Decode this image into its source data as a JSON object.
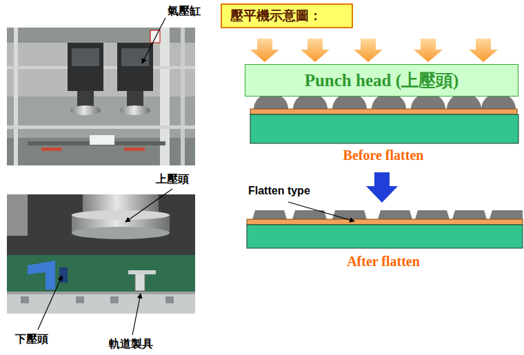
{
  "diagram": {
    "title": "壓平機示意圖：",
    "nodes": [
      {
        "text": [
          "Punch head (上壓頭)"
        ]
      }
    ],
    "labels": [
      "氣壓缸",
      "上壓頭",
      "下壓頭",
      "軌道製具",
      "Before flatten",
      "Flatten type",
      "After flatten"
    ]
  }
}
